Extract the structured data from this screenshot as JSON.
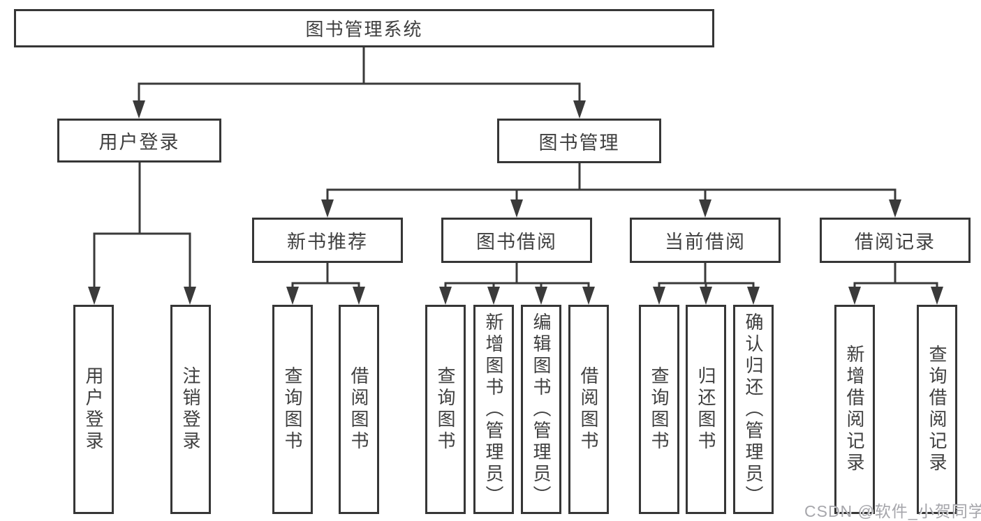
{
  "diagram": {
    "title": "图书管理系统",
    "root": {
      "label": "图书管理系统"
    },
    "level2": [
      {
        "label": "用户登录"
      },
      {
        "label": "图书管理"
      }
    ],
    "level3": [
      {
        "label": "新书推荐",
        "parent": "图书管理"
      },
      {
        "label": "图书借阅",
        "parent": "图书管理"
      },
      {
        "label": "当前借阅",
        "parent": "图书管理"
      },
      {
        "label": "借阅记录",
        "parent": "图书管理"
      }
    ],
    "level4": [
      {
        "label": "用户登录",
        "parent": "用户登录"
      },
      {
        "label": "注销登录",
        "parent": "用户登录"
      },
      {
        "label": "查询图书",
        "parent": "新书推荐"
      },
      {
        "label": "借阅图书",
        "parent": "新书推荐"
      },
      {
        "label": "查询图书",
        "parent": "图书借阅"
      },
      {
        "label": "新增图书（管理员）",
        "parent": "图书借阅"
      },
      {
        "label": "编辑图书（管理员）",
        "parent": "图书借阅"
      },
      {
        "label": "借阅图书",
        "parent": "图书借阅"
      },
      {
        "label": "查询图书",
        "parent": "当前借阅"
      },
      {
        "label": "归还图书",
        "parent": "当前借阅"
      },
      {
        "label": "确认归还（管理员）",
        "parent": "当前借阅"
      },
      {
        "label": "新增借阅记录",
        "parent": "借阅记录"
      },
      {
        "label": "查询借阅记录",
        "parent": "借阅记录"
      }
    ]
  },
  "watermark": {
    "text": "CSDN @软件_小贺同学"
  },
  "colors": {
    "line": "#3a3a3a",
    "border": "#363636",
    "text": "#3f3f3f",
    "box_background": "#ffffff",
    "watermark": "#9e9ea4"
  }
}
